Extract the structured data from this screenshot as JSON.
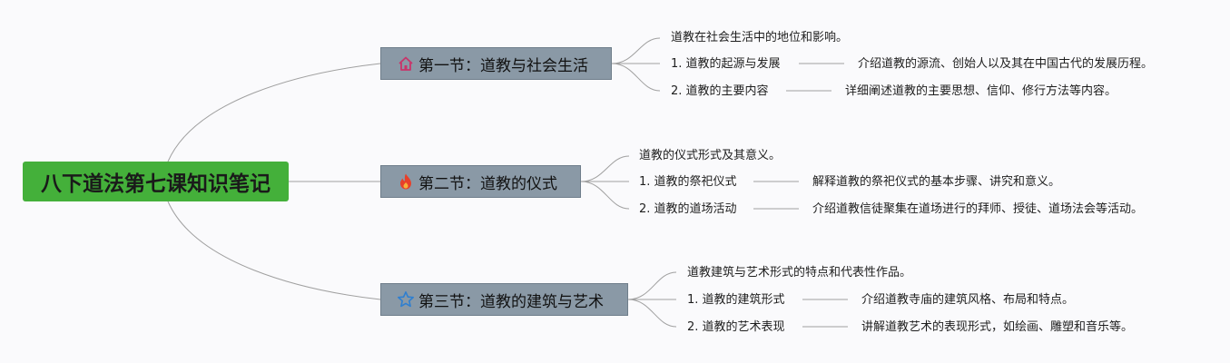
{
  "root": {
    "label": "八下道法第七课知识笔记"
  },
  "sections": [
    {
      "label": "第一节：道教与社会生活",
      "icon": "home-icon",
      "icon_color": "#c8356a",
      "intro": "道教在社会生活中的地位和影响。",
      "items": [
        {
          "label": "1. 道教的起源与发展",
          "detail": "介绍道教的源流、创始人以及其在中国古代的发展历程。"
        },
        {
          "label": "2. 道教的主要内容",
          "detail": "详细阐述道教的主要思想、信仰、修行方法等内容。"
        }
      ]
    },
    {
      "label": "第二节：道教的仪式",
      "icon": "fire-icon",
      "icon_color": "#e8402a",
      "intro": "道教的仪式形式及其意义。",
      "items": [
        {
          "label": "1. 道教的祭祀仪式",
          "detail": "解释道教的祭祀仪式的基本步骤、讲究和意义。"
        },
        {
          "label": "2. 道教的道场活动",
          "detail": "介绍道教信徒聚集在道场进行的拜师、授徒、道场法会等活动。"
        }
      ]
    },
    {
      "label": "第三节：道教的建筑与艺术",
      "icon": "star-icon",
      "icon_color": "#2f7fd0",
      "intro": "道教建筑与艺术形式的特点和代表性作品。",
      "items": [
        {
          "label": "1. 道教的建筑形式",
          "detail": "介绍道教寺庙的建筑风格、布局和特点。"
        },
        {
          "label": "2. 道教的艺术表现",
          "detail": "讲解道教艺术的表现形式，如绘画、雕塑和音乐等。"
        }
      ]
    }
  ],
  "colors": {
    "root_fill": "#44b03a",
    "section_fill": "#8a99a6",
    "connector": "#a0a0a0"
  }
}
